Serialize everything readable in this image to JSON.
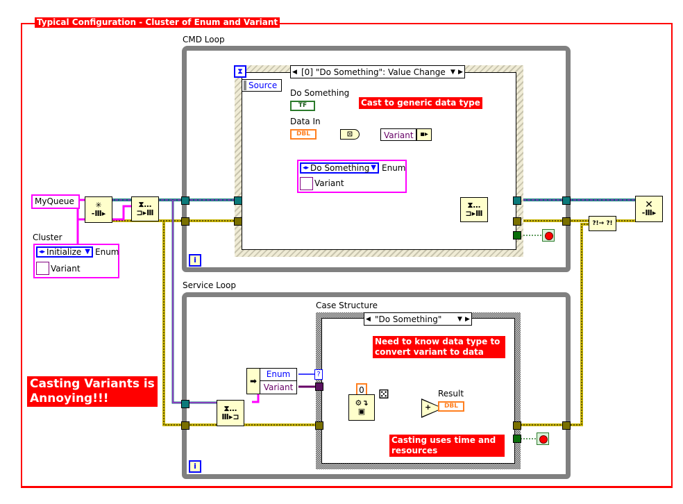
{
  "frame": {
    "title": "Typical Configuration - Cluster of Enum and Variant",
    "border_color": "#ff0000"
  },
  "colors": {
    "cluster_wire": "#ff00ff",
    "refnum_wire": "#0c7a7a",
    "error_wire": "#c8b400",
    "variant_wire": "#660066",
    "double_wire": "#ff7f1f",
    "enum_wire": "#0000ff",
    "annotation_bg": "#ff0000"
  },
  "left": {
    "queue_name_constant": "MyQueue",
    "cluster_label": "Cluster",
    "cluster_enum_value": "Initialize",
    "cluster_enum_label": "Enum",
    "cluster_variant_label": "Variant",
    "nodes": [
      "obtain-queue",
      "enqueue-element"
    ]
  },
  "cmd_loop": {
    "label": "CMD Loop",
    "iteration_terminal": "i",
    "event_structure": {
      "selector": "[0] \"Do Something\": Value Change",
      "event_data_node": "Source",
      "do_something_label": "Do Something",
      "do_something_type": "TF",
      "data_in_label": "Data In",
      "data_in_type": "DBL",
      "variant_label": "Variant",
      "bundle_enum_value": "Do Something",
      "bundle_enum_label": "Enum",
      "bundle_variant_label": "Variant"
    },
    "annotation": "Cast to generic data type"
  },
  "service_loop": {
    "label": "Service Loop",
    "iteration_terminal": "i",
    "unbundle_fields": [
      "Enum",
      "Variant"
    ],
    "case_structure": {
      "label": "Case Structure",
      "selector": "\"Do Something\"",
      "selector_terminal": "?",
      "type_constant": "0",
      "result_label": "Result",
      "result_type": "DBL",
      "annotation_top": "Need to know data type to convert variant to data",
      "annotation_bottom": "Casting uses time and resources"
    }
  },
  "right": {
    "nodes": [
      "merge-errors",
      "release-queue"
    ]
  },
  "headline": "Casting Variants is Annoying!!!"
}
